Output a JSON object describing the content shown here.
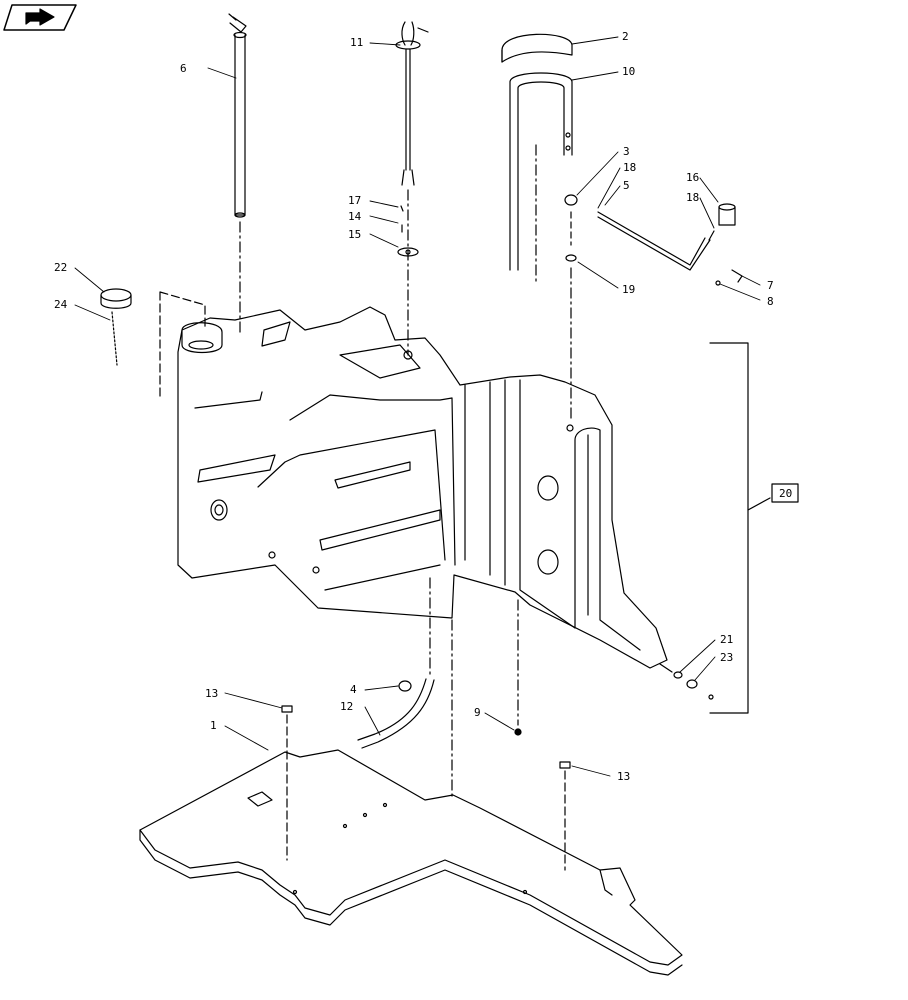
{
  "nav": {
    "icon": "forward-arrow-icon"
  },
  "callouts": {
    "c1": "1",
    "c2": "2",
    "c3": "3",
    "c4": "4",
    "c5": "5",
    "c6": "6",
    "c7": "7",
    "c8": "8",
    "c9": "9",
    "c10": "10",
    "c11": "11",
    "c12": "12",
    "c13a": "13",
    "c13b": "13",
    "c14": "14",
    "c15": "15",
    "c16": "16",
    "c17": "17",
    "c18a": "18",
    "c18b": "18",
    "c19": "19",
    "c20": "20",
    "c21": "21",
    "c22": "22",
    "c23": "23",
    "c24": "24"
  },
  "colors": {
    "line": "#000000",
    "background": "#ffffff"
  }
}
